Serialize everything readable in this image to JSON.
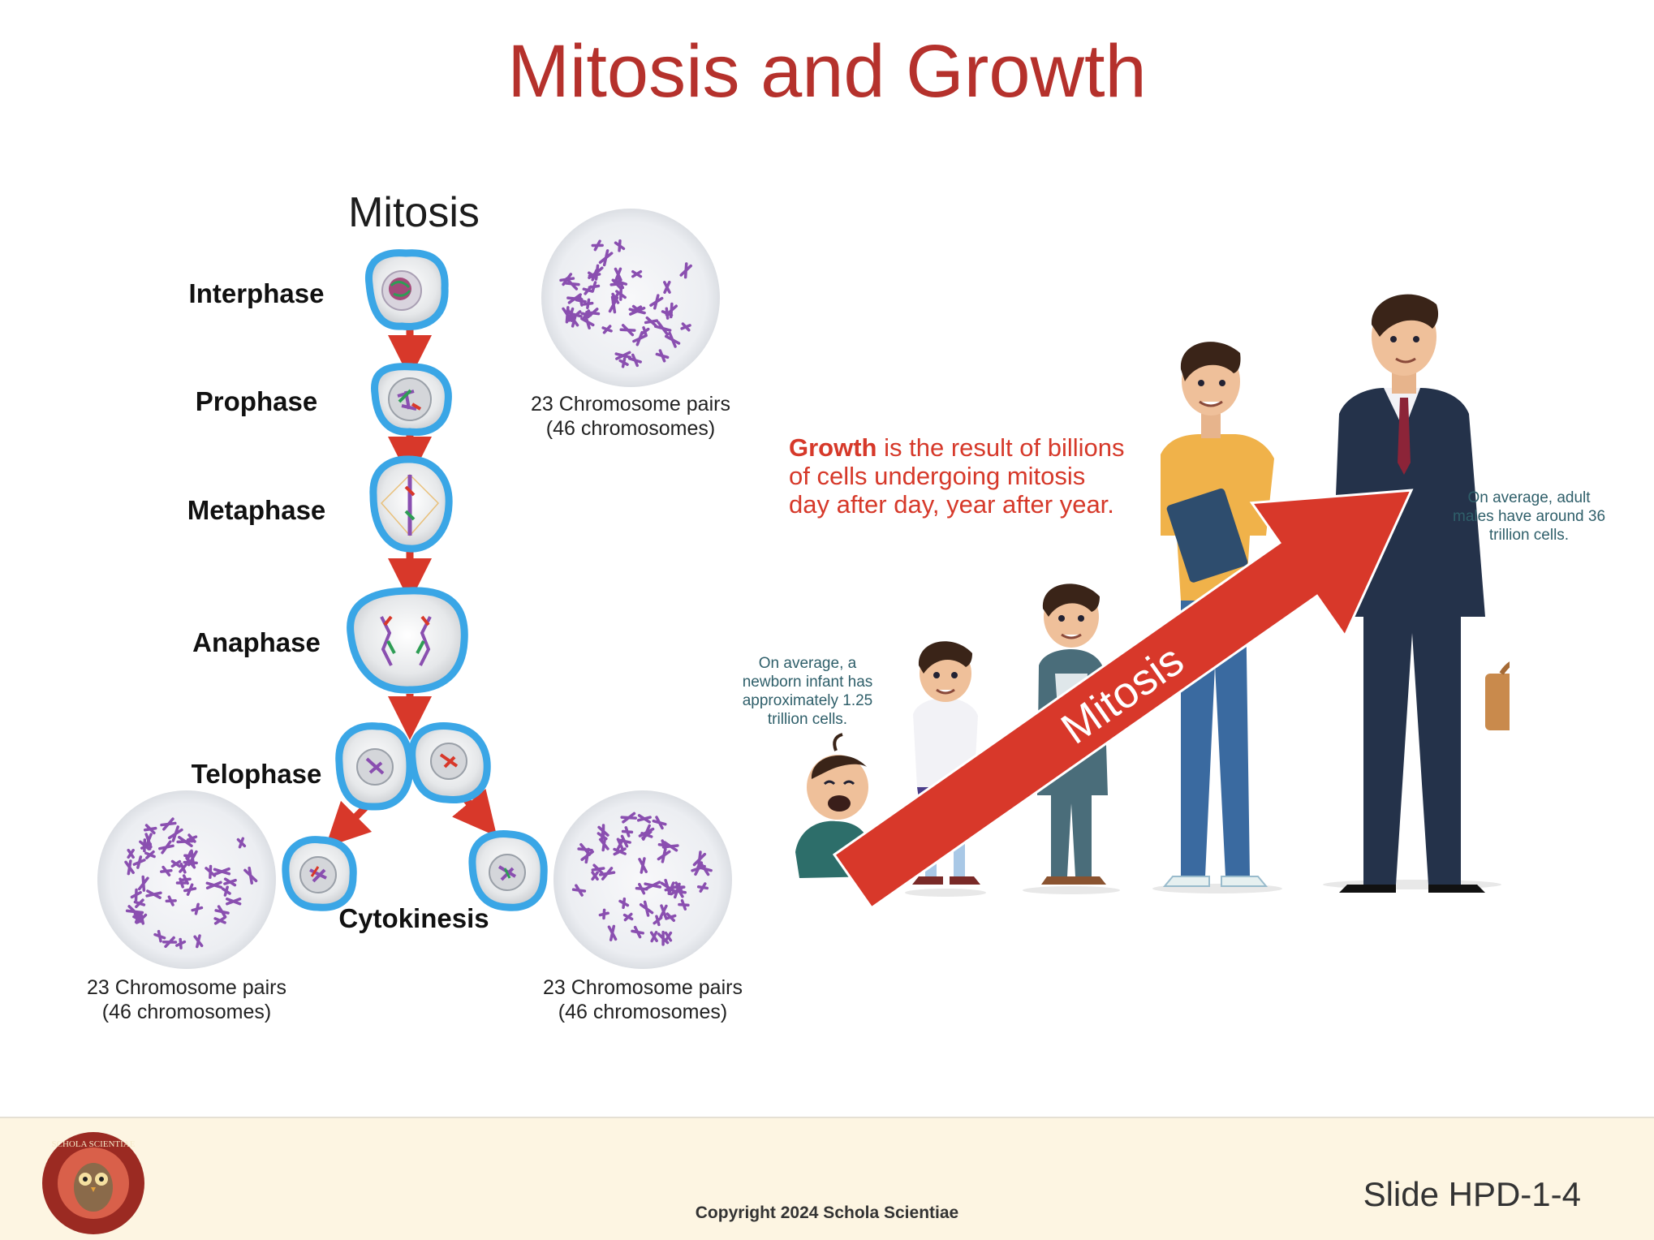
{
  "title": "Mitosis and Growth",
  "diagram": {
    "title": "Mitosis",
    "phases": [
      "Interphase",
      "Prophase",
      "Metaphase",
      "Anaphase",
      "Telophase",
      "Cytokinesis"
    ],
    "karyotype_caption_line1": "23 Chromosome pairs",
    "karyotype_caption_line2": "(46 chromosomes)"
  },
  "growth": {
    "bold_word": "Growth",
    "text_rest": " is the result of billions of cells undergoing mitosis day after day, year after year.",
    "arrow_label": "Mitosis",
    "infant_note": "On average, a newborn infant has approximately 1.25 trillion cells.",
    "adult_note": "On average, adult males have around 36 trillion cells."
  },
  "footer": {
    "copyright": "Copyright 2024 Schola Scientiae",
    "slide_number": "Slide HPD-1-4",
    "logo_text": "SCHOLA SCIENTIAE"
  },
  "colors": {
    "title": "#b5312c",
    "arrow": "#d8382a",
    "cell_border": "#3aa6e6",
    "chromosome": "#8a4fb0",
    "footer_bg": "#fdf5e2"
  }
}
